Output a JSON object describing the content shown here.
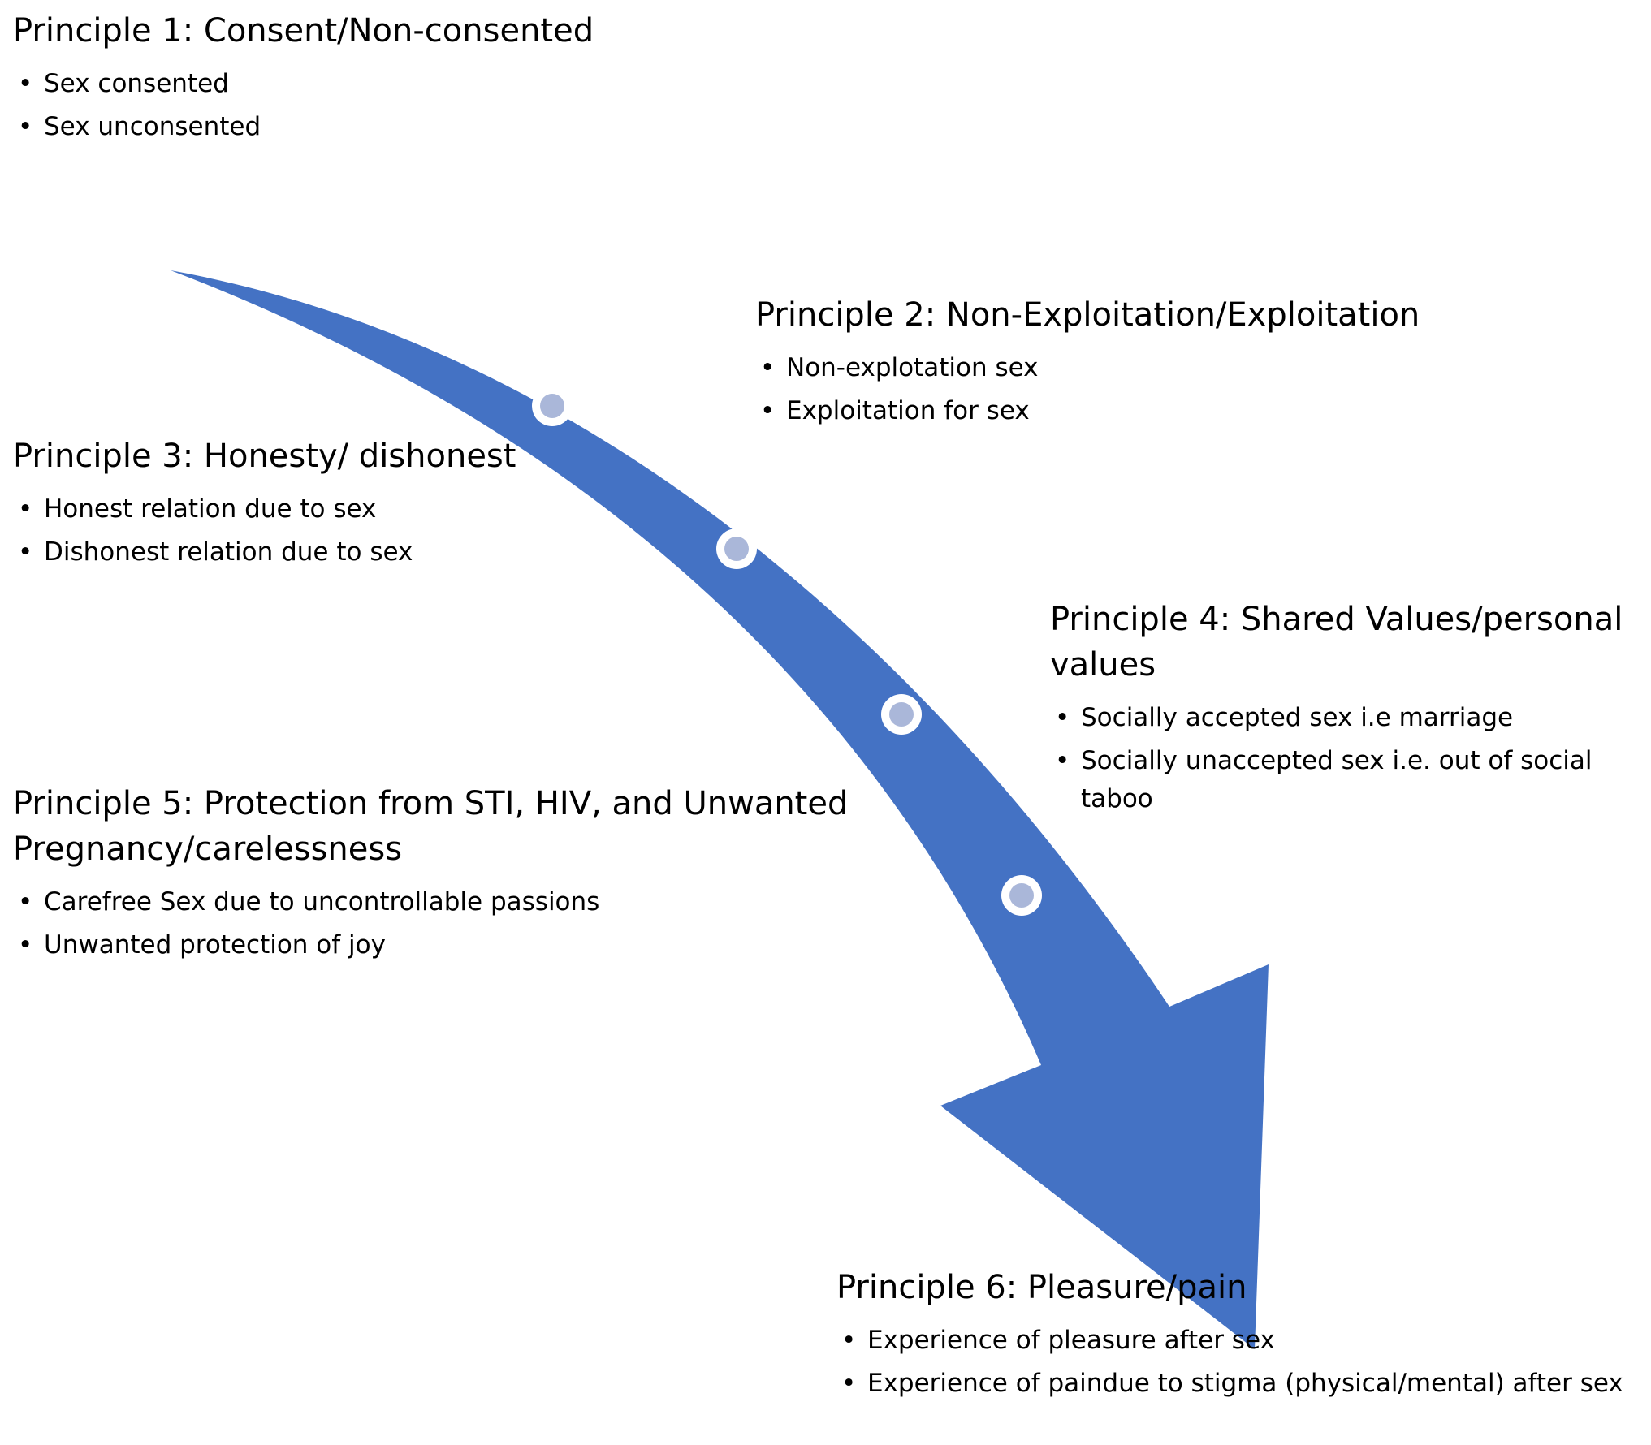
{
  "colors": {
    "arrow": "#4472c4",
    "dot_fill": "#aab7d9",
    "dot_ring": "#ffffff",
    "text": "#000000"
  },
  "principles": [
    {
      "title": "Principle 1: Consent/Non-consented",
      "items": [
        "Sex consented",
        "Sex unconsented"
      ]
    },
    {
      "title": "Principle 2: Non-Exploitation/Exploitation",
      "items": [
        "Non-explotation sex",
        "Exploitation for sex"
      ]
    },
    {
      "title": "Principle 3: Honesty/ dishonest",
      "items": [
        "Honest relation due to sex",
        "Dishonest relation due to sex"
      ]
    },
    {
      "title": "Principle 4: Shared Values/personal values",
      "items": [
        "Socially accepted sex i.e marriage",
        "Socially unaccepted sex i.e. out of social taboo"
      ]
    },
    {
      "title": "Principle 5: Protection from STI, HIV, and Unwanted Pregnancy/carelessness",
      "items": [
        "Carefree Sex due to uncontrollable passions",
        "Unwanted protection of joy"
      ]
    },
    {
      "title": "Principle 6: Pleasure/pain",
      "items": [
        "Experience of pleasure after sex",
        "Experience of paindue to stigma (physical/mental) after sex"
      ]
    }
  ]
}
